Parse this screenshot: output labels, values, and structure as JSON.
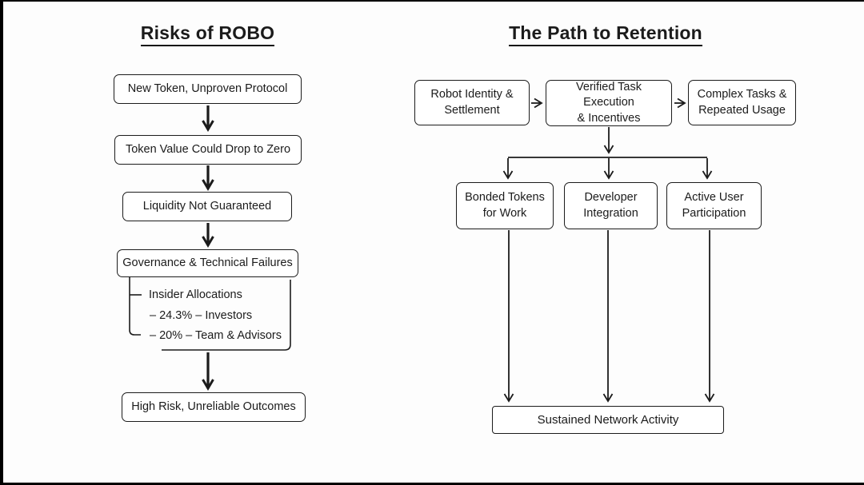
{
  "slide": {
    "background": "#fdfdfd",
    "frame_color": "#000000",
    "ink_color": "#1b1b1b"
  },
  "left_diagram": {
    "title": "Risks of ROBO",
    "flow_boxes": {
      "box1": "New Token, Unproven Protocol",
      "box2": "Token Value Could Drop to Zero",
      "box3": "Liquidity Not Guaranteed",
      "box4": "Governance & Technical Failures",
      "box5": "High Risk, Unreliable Outcomes"
    },
    "breakdown": {
      "item1": "Insider Allocations",
      "item2": "– 24.3% – Investors",
      "item3": "– 20% – Team & Advisors"
    }
  },
  "right_diagram": {
    "title": "The Path to Retention",
    "top_row": {
      "box1": "Robot Identity &\nSettlement",
      "box2": "Verified Task Execution\n& Incentives",
      "box3": "Complex Tasks &\nRepeated Usage"
    },
    "middle_row": {
      "box1": "Bonded Tokens\nfor Work",
      "box2": "Developer\nIntegration",
      "box3": "Active User\nParticipation"
    },
    "bottom_box": "Sustained Network Activity"
  }
}
